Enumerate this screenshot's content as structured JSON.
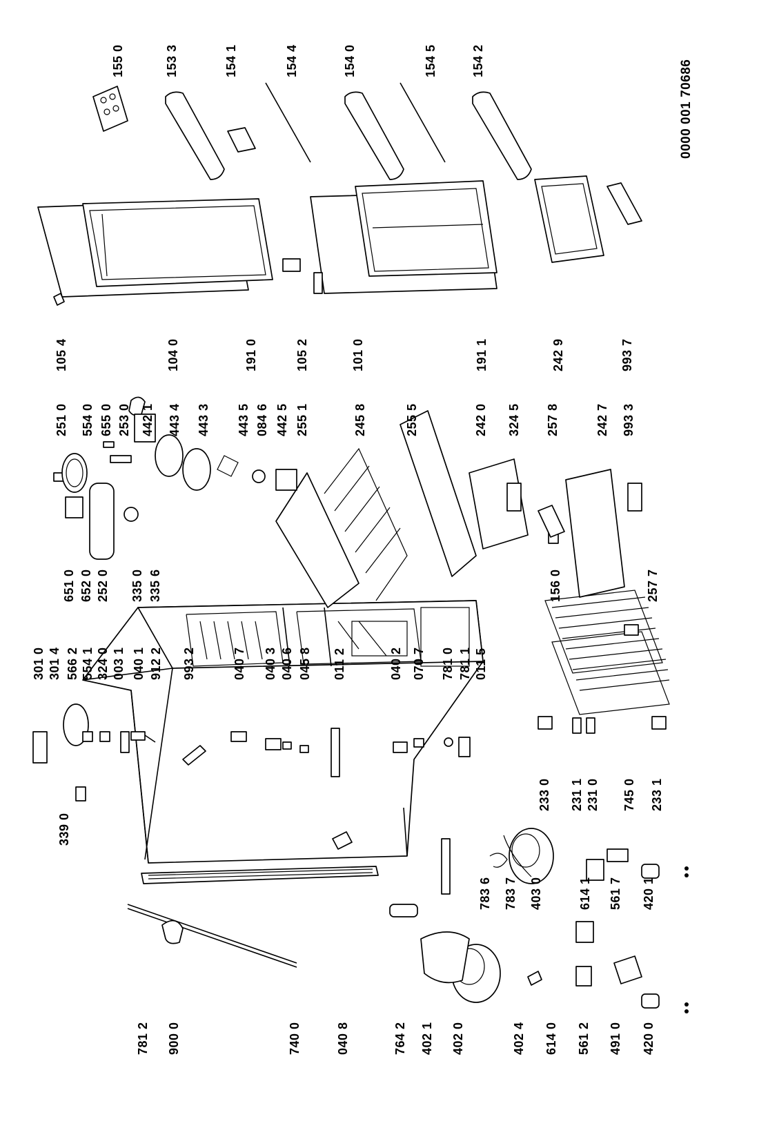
{
  "drawing_number": "0000 001 70686",
  "labels": {
    "l1550": "155 0",
    "l1533": "153 3",
    "l1541": "154 1",
    "l1544": "154 4",
    "l1540": "154 0",
    "l1545": "154 5",
    "l1542": "154 2",
    "l1054": "105 4",
    "l1040": "104 0",
    "l1910": "191 0",
    "l1052": "105 2",
    "l1010": "101 0",
    "l1911": "191 1",
    "l2429": "242 9",
    "l9937": "993 7",
    "l2510": "251 0",
    "l5540": "554 0",
    "l6550": "655 0",
    "l2530": "253 0",
    "l4421": "442 1",
    "l4434": "443 4",
    "l4433": "443 3",
    "l4435": "443 5",
    "l0846": "084 6",
    "l4425": "442 5",
    "l2551": "255 1",
    "l2458": "245 8",
    "l2555": "255 5",
    "l2420": "242 0",
    "l3245": "324 5",
    "l2578": "257 8",
    "l2427": "242 7",
    "l9933": "993 3",
    "l6510": "651 0",
    "l6520": "652 0",
    "l2520": "252 0",
    "l3350": "335 0",
    "l3356": "335 6",
    "l1560": "156 0",
    "l2577": "257 7",
    "l3010": "301 0",
    "l3014": "301 4",
    "l5662": "566 2",
    "l5541": "554 1",
    "l3240": "324 0",
    "l0031": "003 1",
    "l0401": "040 1",
    "l9122": "912 2",
    "l9932": "993 2",
    "l0407": "040 7",
    "l0403": "040 3",
    "l0406": "040 6",
    "l0458": "045 8",
    "l0112": "011 2",
    "l0402": "040 2",
    "l0707": "070 7",
    "l7810": "781 0",
    "l7811": "781 1",
    "l0115": "011 5",
    "l3390": "339 0",
    "l2330": "233 0",
    "l2311": "231 1",
    "l2310": "231 0",
    "l7450": "745 0",
    "l2331": "233 1",
    "l7836": "783 6",
    "l7837": "783 7",
    "l4030": "403 0",
    "l6141": "614 1",
    "l5617": "561 7",
    "l4201": "420 1",
    "l7812": "781 2",
    "l9000": "900 0",
    "l7400": "740 0",
    "l0408": "040 8",
    "l7642": "764 2",
    "l4021": "402 1",
    "l4020": "402 0",
    "l4024": "402 4",
    "l6140": "614 0",
    "l5612": "561 2",
    "l4910": "491 0",
    "l4200": "420 0"
  }
}
